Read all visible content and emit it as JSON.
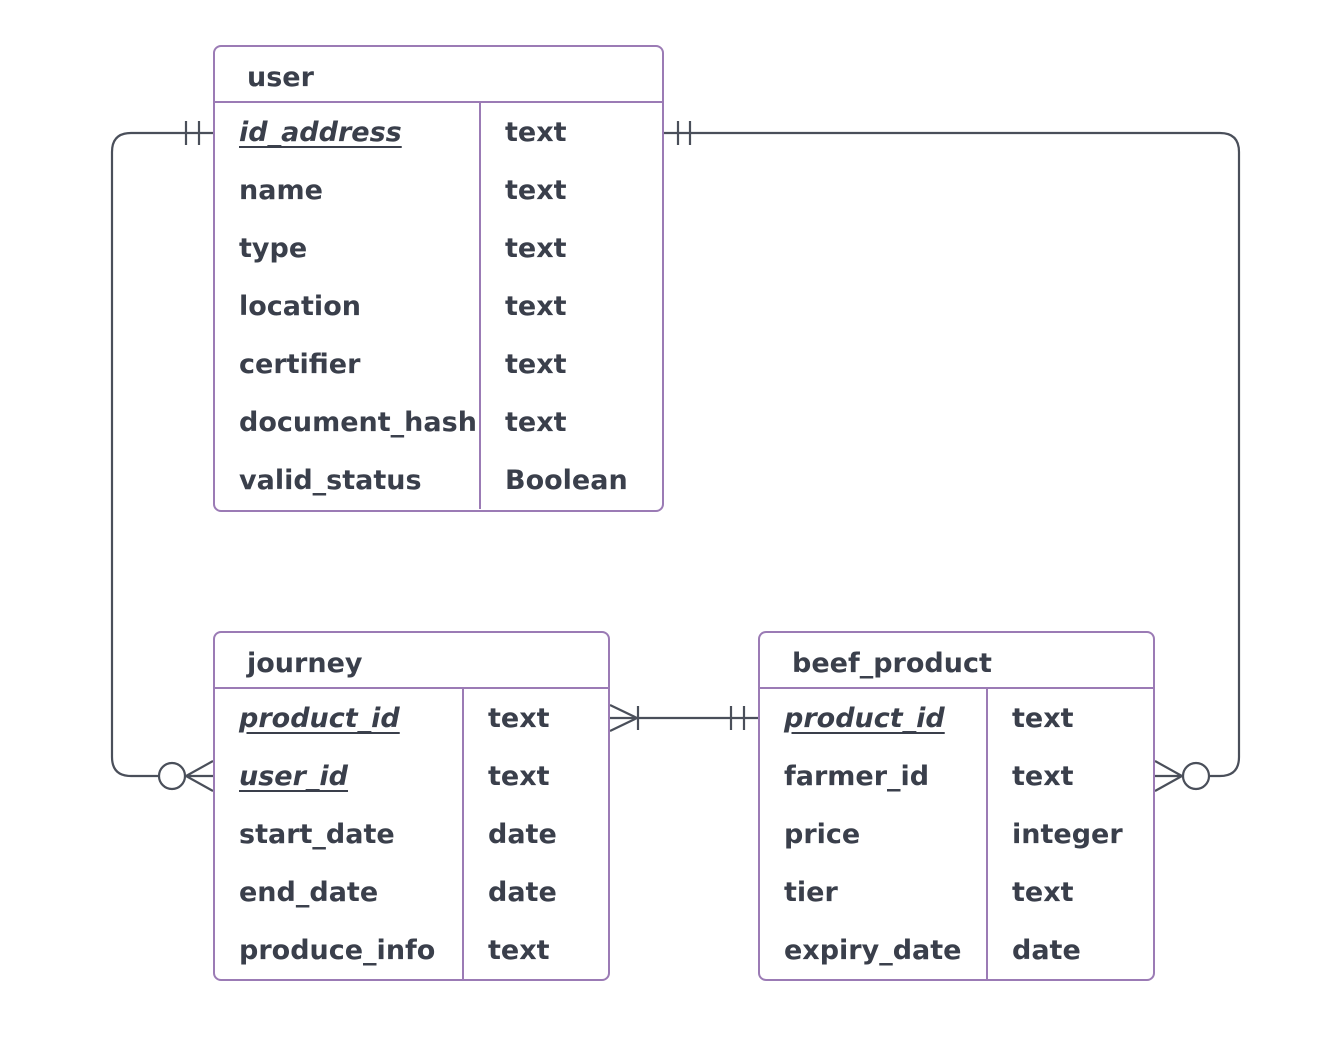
{
  "colors": {
    "entity_border": "#9b7bb5",
    "text": "#3a3f4b",
    "connector": "#4a4f5a"
  },
  "entities": {
    "user": {
      "title": "user",
      "fields": [
        {
          "name": "id_address",
          "type": "text",
          "key": true
        },
        {
          "name": "name",
          "type": "text",
          "key": false
        },
        {
          "name": "type",
          "type": "text",
          "key": false
        },
        {
          "name": "location",
          "type": "text",
          "key": false
        },
        {
          "name": "certifier",
          "type": "text",
          "key": false
        },
        {
          "name": "document_hash",
          "type": "text",
          "key": false
        },
        {
          "name": "valid_status",
          "type": "Boolean",
          "key": false
        }
      ]
    },
    "journey": {
      "title": "journey",
      "fields": [
        {
          "name": "product_id",
          "type": "text",
          "key": true
        },
        {
          "name": "user_id",
          "type": "text",
          "key": true
        },
        {
          "name": "start_date",
          "type": "date",
          "key": false
        },
        {
          "name": "end_date",
          "type": "date",
          "key": false
        },
        {
          "name": "produce_info",
          "type": "text",
          "key": false
        }
      ]
    },
    "beef_product": {
      "title": "beef_product",
      "fields": [
        {
          "name": "product_id",
          "type": "text",
          "key": true
        },
        {
          "name": "farmer_id",
          "type": "text",
          "key": false
        },
        {
          "name": "price",
          "type": "integer",
          "key": false
        },
        {
          "name": "tier",
          "type": "text",
          "key": false
        },
        {
          "name": "expiry_date",
          "type": "date",
          "key": false
        }
      ]
    }
  },
  "relationships": [
    {
      "from": "user.id_address",
      "from_cardinality": "exactly-one",
      "to": "journey.user_id",
      "to_cardinality": "zero-or-many"
    },
    {
      "from": "user.id_address",
      "from_cardinality": "exactly-one",
      "to": "beef_product.farmer_id",
      "to_cardinality": "zero-or-many"
    },
    {
      "from": "beef_product.product_id",
      "from_cardinality": "exactly-one",
      "to": "journey.product_id",
      "to_cardinality": "one-or-many"
    }
  ]
}
